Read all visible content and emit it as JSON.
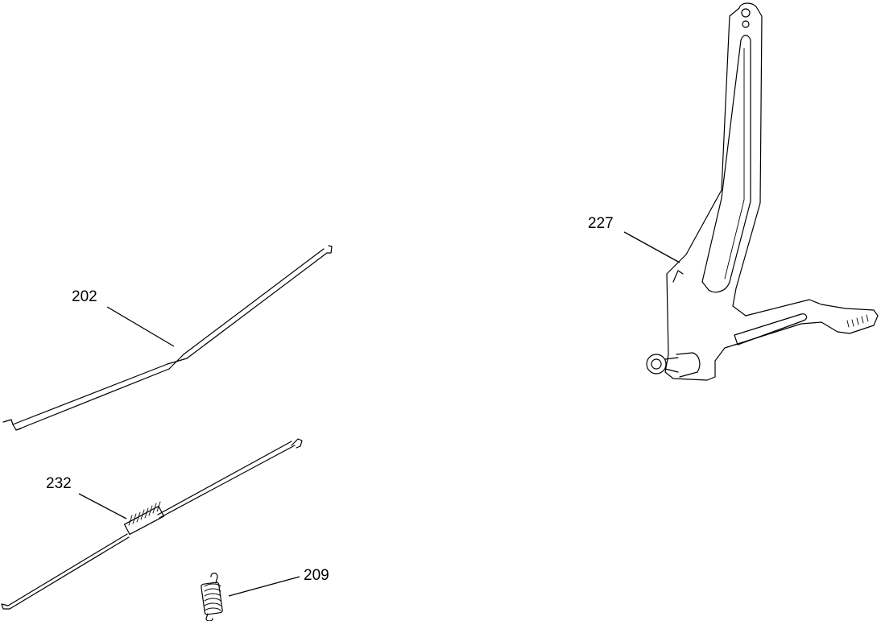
{
  "callouts": [
    {
      "id": "label-202",
      "text": "202"
    },
    {
      "id": "label-232",
      "text": "232"
    },
    {
      "id": "label-209",
      "text": "209"
    },
    {
      "id": "label-227",
      "text": "227"
    }
  ],
  "colors": {
    "line": "#000000",
    "background": "#ffffff"
  }
}
